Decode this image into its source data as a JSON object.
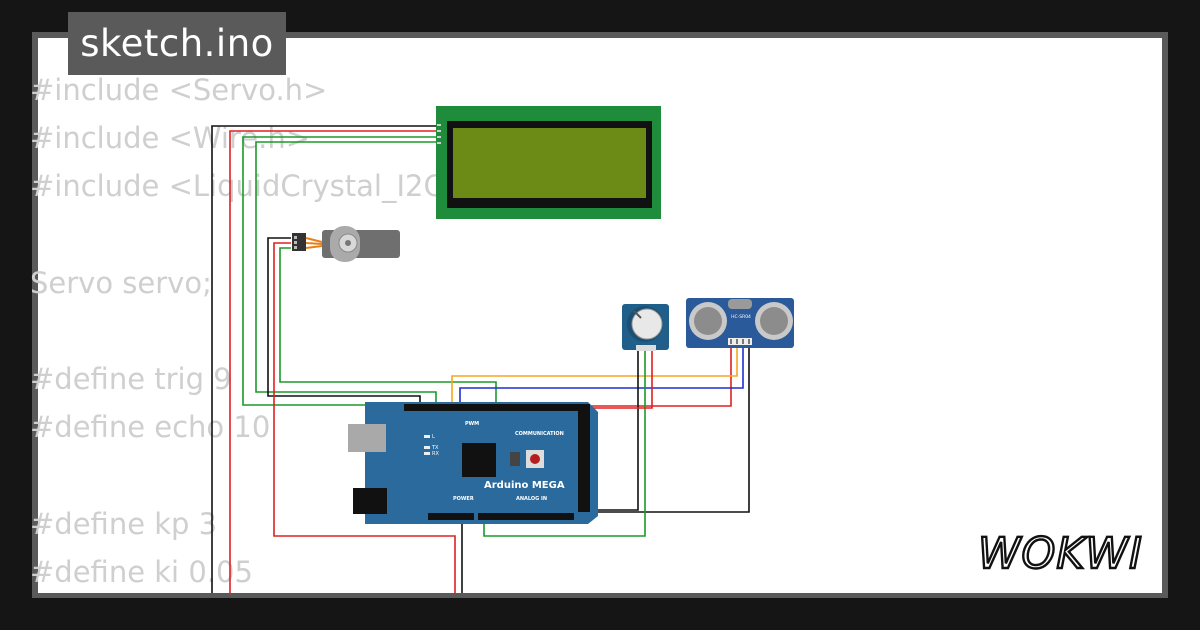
{
  "file_tab": {
    "name": "sketch.ino"
  },
  "code_lines": [
    "#include <Servo.h>",
    "#include <Wire.h>",
    "#include <LiquidCrystal_I2C.h>",
    "",
    "Servo servo;",
    "",
    "#define trig 9",
    "#define echo 10",
    "",
    "#define kp 3",
    "#define ki 0.05"
  ],
  "board": {
    "name": "Arduino MEGA",
    "header_pwm": "PWM",
    "header_comm": "COMMUNICATION",
    "header_power": "POWER",
    "header_analog": "ANALOG IN",
    "led_l": "L",
    "led_tx": "TX",
    "led_rx": "RX"
  },
  "sensor": {
    "model": "HC-SR04"
  },
  "brand": {
    "logo_text": "WOKWI"
  },
  "colors": {
    "background": "#151515",
    "frame": "#5a5a5a",
    "code_text": "#cfcfcf",
    "board_blue": "#2b6a9c",
    "lcd_green": "#1f8c3c",
    "lcd_screen": "#6b8a16",
    "wire_red": "#e02020",
    "wire_black": "#111111",
    "wire_green": "#1a9a2a",
    "wire_orange": "#f5a623",
    "wire_blue": "#1f2fd0"
  }
}
